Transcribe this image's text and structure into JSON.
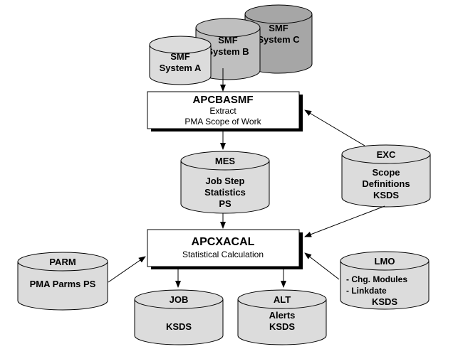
{
  "smf": {
    "c": [
      "SMF",
      "System C"
    ],
    "b": [
      "SMF",
      "System B"
    ],
    "a": [
      "SMF",
      "System A"
    ]
  },
  "apcbasmf": {
    "title": "APCBASMF",
    "line1": "Extract",
    "line2": "PMA Scope of Work"
  },
  "mes": {
    "name": "MES",
    "lines": [
      "Job Step",
      "Statistics",
      "PS"
    ]
  },
  "exc": {
    "name": "EXC",
    "lines": [
      "Scope",
      "Definitions",
      "KSDS"
    ]
  },
  "apcxacal": {
    "title": "APCXACAL",
    "line1": "Statistical Calculation"
  },
  "parm": {
    "name": "PARM",
    "lines": [
      "PMA Parms PS"
    ]
  },
  "job": {
    "name": "JOB",
    "lines": [
      "KSDS"
    ]
  },
  "alt": {
    "name": "ALT",
    "lines": [
      "Alerts",
      "KSDS"
    ]
  },
  "lmo": {
    "name": "LMO",
    "lines": [
      "- Chg. Modules",
      "- Linkdate",
      "KSDS"
    ]
  },
  "colors": {
    "dark": "#a6a6a6",
    "mid": "#bfbfbf",
    "light": "#dcdcdc",
    "ink": "#000000"
  }
}
